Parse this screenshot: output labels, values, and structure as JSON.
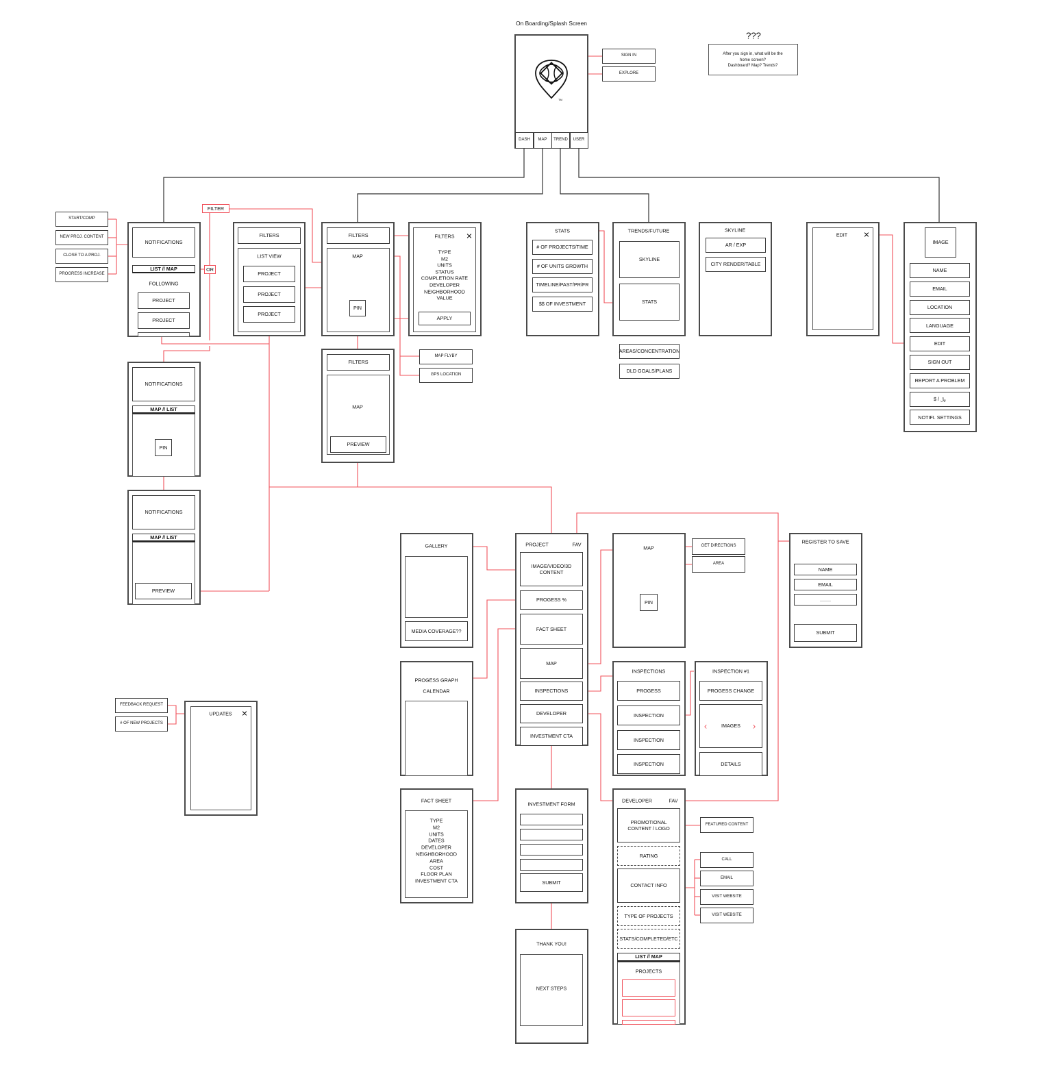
{
  "title": "On Boarding/Splash Screen",
  "question": {
    "mark": "???",
    "lines": [
      "After you sign in, what will be the",
      "home screen?",
      "Dashboard? Map? Trends?"
    ]
  },
  "splash": {
    "sign_in": "SIGN IN",
    "explore": "EXPLORE",
    "tabs": [
      "DASH",
      "MAP",
      "TREND",
      "USER"
    ]
  },
  "dashboard": {
    "notif_types": [
      "START/COMP",
      "NEW PROJ. CONTENT",
      "CLOSE TO A PROJ.",
      "PROGRESS INCREASE"
    ],
    "notifications": "NOTIFICATIONS",
    "toggle": "LIST // MAP",
    "or": "OR",
    "filter": "FILTER",
    "following": "FOLLOWING",
    "project": "PROJECT",
    "map_toggle": "MAP // LIST",
    "pin": "PIN",
    "preview": "PREVIEW"
  },
  "list_view": {
    "filters": "FILTERS",
    "title": "LIST VIEW",
    "project": "PROJECT"
  },
  "map_screen": {
    "filters": "FILTERS",
    "map": "MAP",
    "pin": "PIN",
    "preview": "PREVIEW",
    "map_flyby": "MAP FLYBY",
    "gps": "GPS LOCATION"
  },
  "filters_panel": {
    "title": "FILTERS",
    "close": "✕",
    "options": [
      "TYPE",
      "M2",
      "UNITS",
      "STATUS",
      "COMPLETION RATE",
      "DEVELOPER",
      "NEIGHBORHOOD",
      "VALUE"
    ],
    "apply": "APPLY"
  },
  "stats": {
    "title": "STATS",
    "items": [
      "# OF PROJECTS/TIME",
      "# OF UNITS GROWTH",
      "TIMELINE/PAST/PR/FR",
      "$$ OF INVESTMENT"
    ]
  },
  "trends": {
    "title": "TRENDS/FUTURE",
    "skyline": "SKYLINE",
    "stats": "STATS",
    "extra": [
      "AREAS/CONCENTRATION",
      "DLD GOALS/PLANS"
    ]
  },
  "skyline": {
    "title": "SKYLINE",
    "items": [
      "AR / EXP",
      "CITY RENDER/TABLE"
    ]
  },
  "edit": {
    "title": "EDIT",
    "close": "✕"
  },
  "user": {
    "image": "IMAGE",
    "items": [
      "NAME",
      "EMAIL",
      "LOCATION",
      "LANGUAGE",
      "EDIT",
      "SIGN OUT",
      "REPORT A PROBLEM",
      "$ / ﷼",
      "NOTIFI. SETTINGS"
    ]
  },
  "gallery": {
    "title": "GALLERY",
    "media": "MEDIA COVERAGE??"
  },
  "progress": {
    "title": "PROGESS GRAPH",
    "subtitle": "CALENDAR"
  },
  "fact_sheet": {
    "title": "FACT SHEET",
    "items": [
      "TYPE",
      "M2",
      "UNITS",
      "DATES",
      "DEVELOPER",
      "NEIGHBORHOOD",
      "AREA",
      "COST",
      "FLOOR PLAN",
      "INVESTMENT CTA"
    ]
  },
  "project": {
    "title": "PROJECT",
    "fav": "FAV",
    "items": [
      "IMAGE/VIDEO/3D CONTENT",
      "PROGESS %",
      "FACT SHEET",
      "MAP",
      "INSPECTIONS",
      "DEVELOPER",
      "INVESTMENT CTA"
    ]
  },
  "project_map": {
    "title": "MAP",
    "pin": "PIN",
    "actions": [
      "GET DIRECTIONS",
      "AREA"
    ]
  },
  "register": {
    "title": "REGISTER TO SAVE",
    "fields": [
      "NAME",
      "EMAIL",
      "........"
    ],
    "submit": "SUBMIT"
  },
  "inspections": {
    "title": "INSPECTIONS",
    "items": [
      "PROGESS",
      "INSPECTION",
      "INSPECTION",
      "INSPECTION"
    ]
  },
  "inspection_detail": {
    "title": "INSPECTION #1",
    "change": "PROGESS CHANGE",
    "images": "IMAGES",
    "prev": "‹",
    "next": "›",
    "details": "DETAILS"
  },
  "investment_form": {
    "title": "INVESTMENT FORM",
    "submit": "SUBMIT"
  },
  "thank_you": {
    "title": "THANK YOU!",
    "next": "NEXT STEPS"
  },
  "developer": {
    "title": "DEVELOPER",
    "fav": "FAV",
    "promo": "PROMOTIONAL CONTENT / LOGO",
    "rating": "RATING",
    "contact": "CONTACT INFO",
    "types": "TYPE OF PROJECTS",
    "stats": "STATS/COMPLETED/ETC",
    "toggle": "LIST // MAP",
    "projects": "PROJECTS",
    "featured": "FEATURED CONTENT",
    "contact_actions": [
      "CALL",
      "EMAIL",
      "VISIT WEBSITE",
      "VISIT WEBSITE"
    ]
  },
  "updates": {
    "title": "UPDATES",
    "close": "✕",
    "items": [
      "FEEDBACK REQUEST",
      "# OF NEW PROJECTS"
    ]
  },
  "colors": {
    "connector": "#f0505a",
    "flow": "#333333",
    "frame": "#4a4a4a"
  }
}
